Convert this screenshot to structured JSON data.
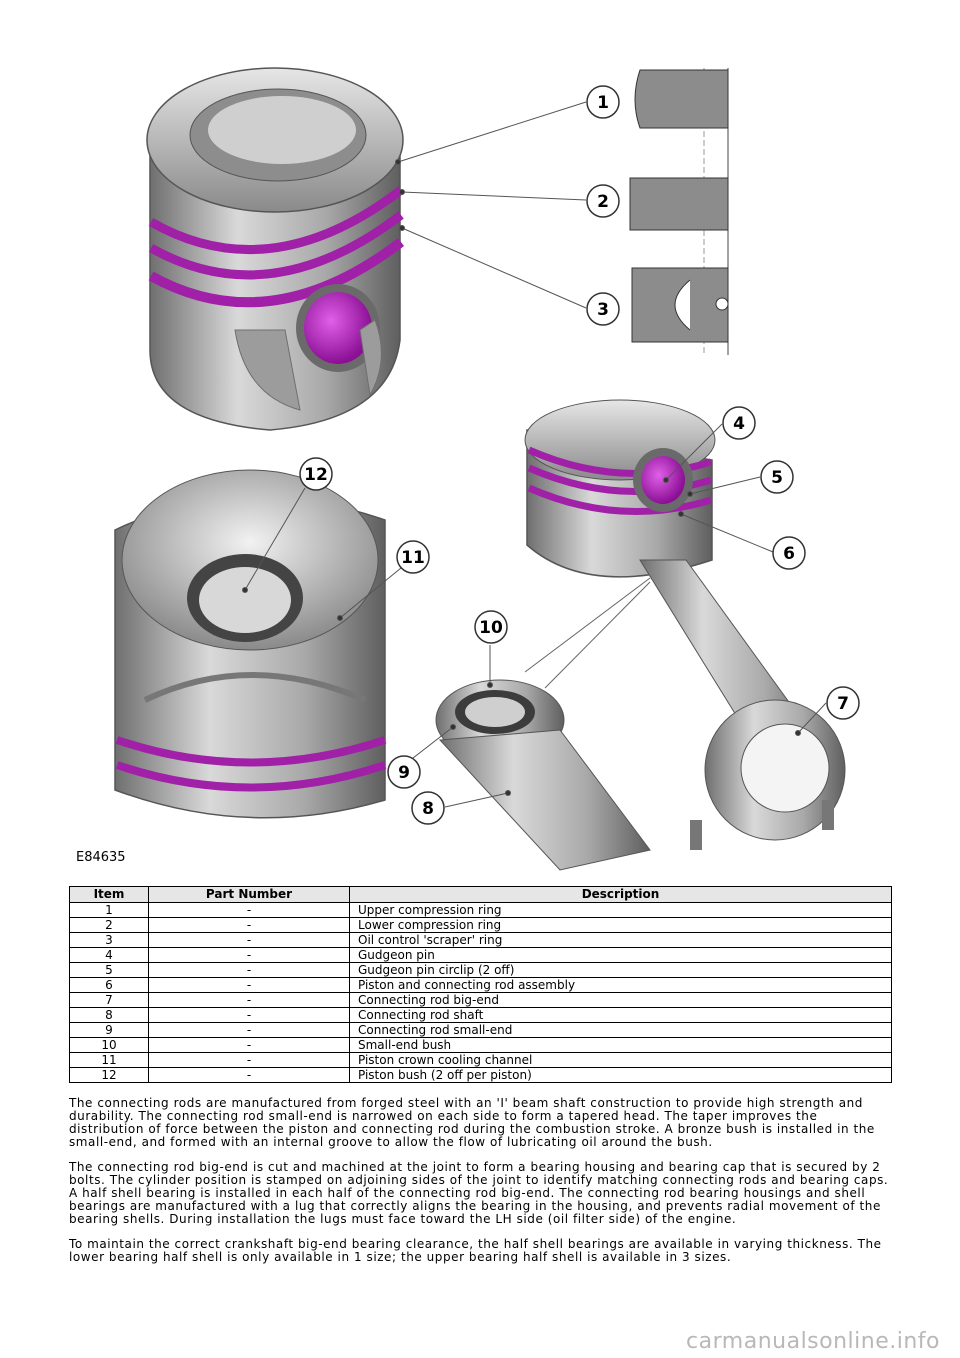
{
  "figure": {
    "id": "E84635",
    "callouts": [
      "1",
      "2",
      "3",
      "4",
      "5",
      "6",
      "7",
      "8",
      "9",
      "10",
      "11",
      "12"
    ]
  },
  "table": {
    "headers": [
      "Item",
      "Part Number",
      "Description"
    ],
    "rows": [
      [
        "1",
        "-",
        "Upper compression ring"
      ],
      [
        "2",
        "-",
        "Lower compression ring"
      ],
      [
        "3",
        "-",
        "Oil control 'scraper' ring"
      ],
      [
        "4",
        "-",
        "Gudgeon pin"
      ],
      [
        "5",
        "-",
        "Gudgeon pin circlip (2 off)"
      ],
      [
        "6",
        "-",
        "Piston and connecting rod assembly"
      ],
      [
        "7",
        "-",
        "Connecting rod big-end"
      ],
      [
        "8",
        "-",
        "Connecting rod shaft"
      ],
      [
        "9",
        "-",
        "Connecting rod small-end"
      ],
      [
        "10",
        "-",
        "Small-end bush"
      ],
      [
        "11",
        "-",
        "Piston crown cooling channel"
      ],
      [
        "12",
        "-",
        "Piston bush (2 off per piston)"
      ]
    ]
  },
  "paragraphs": [
    "The connecting rods are manufactured from forged steel with an 'I' beam shaft construction to provide high strength and durability. The connecting rod small-end is narrowed on each side to form a tapered head. The taper improves the distribution of force between the piston and connecting rod during the combustion stroke. A bronze bush is installed in the small-end, and formed with an internal groove to allow the flow of lubricating oil around the bush.",
    "The connecting rod big-end is cut and machined at the joint to form a bearing housing and bearing cap that is secured by 2 bolts. The cylinder position is stamped on adjoining sides of the joint to identify matching connecting rods and bearing caps. A half shell bearing is installed in each half of the connecting rod big-end. The connecting rod bearing housings and shell bearings are manufactured with a lug that correctly aligns the bearing in the housing, and prevents radial movement of the bearing shells. During installation the lugs must face toward the LH side (oil filter side) of the engine.",
    "To maintain the correct crankshaft big-end bearing clearance, the half shell bearings are available in varying thickness. The lower bearing half shell is only available in 1 size; the upper bearing half shell is available in 3 sizes."
  ],
  "watermark": "carmanualsonline.info",
  "colors": {
    "ring": "#a020a8",
    "metal": "#bdbdbd",
    "metal_dark": "#707070"
  }
}
